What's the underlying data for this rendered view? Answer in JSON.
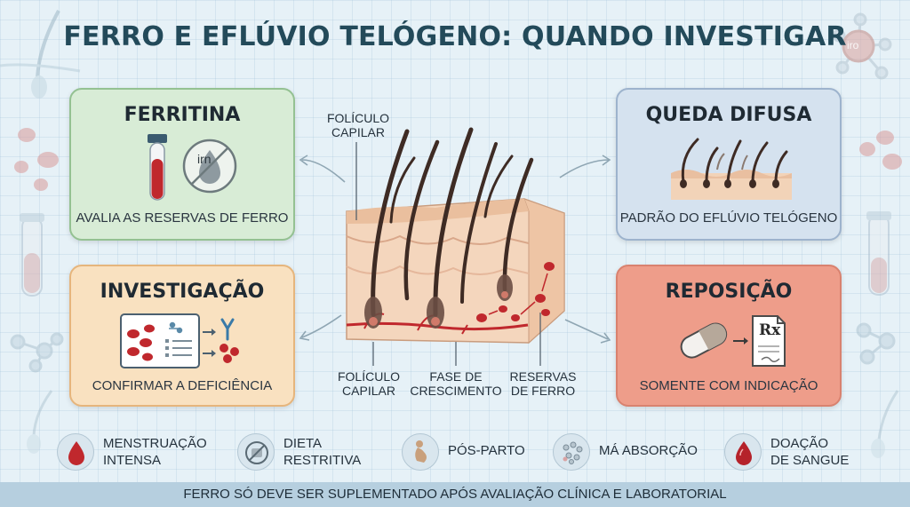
{
  "title": "FERRO E EFLÚVIO TELÓGENO: QUANDO INVESTIGAR",
  "cards": {
    "ferritina": {
      "title": "FERRITINA",
      "desc": "AVALIA AS RESERVAS DE FERRO",
      "icon_text": "irn"
    },
    "queda": {
      "title": "QUEDA DIFUSA",
      "desc": "PADRÃO DO EFLÚVIO TELÓGENO"
    },
    "investigacao": {
      "title": "INVESTIGAÇÃO",
      "desc": "CONFIRMAR A DEFICIÊNCIA"
    },
    "reposicao": {
      "title": "REPOSIÇÃO",
      "desc": "SOMENTE COM INDICAÇÃO",
      "rx_text": "Rx"
    }
  },
  "diagram": {
    "label_top": [
      "FOLÍCULO",
      "CAPILAR"
    ],
    "label_follicle": [
      "FOLÍCULO",
      "CAPILAR"
    ],
    "label_growth": [
      "FASE DE",
      "CRESCIMENTO"
    ],
    "label_iron": [
      "RESERVAS",
      "DE FERRO"
    ]
  },
  "decor_text": "iro",
  "factors": [
    {
      "lines": [
        "MENSTRUAÇÃO",
        "INTENSA"
      ],
      "icon": "blood-drop-icon"
    },
    {
      "lines": [
        "DIETA",
        "RESTRITIVA"
      ],
      "icon": "no-meat-icon"
    },
    {
      "lines": [
        "PÓS-PARTO"
      ],
      "icon": "pregnancy-icon"
    },
    {
      "lines": [
        "MÁ ABSORÇÃO"
      ],
      "icon": "absorption-icon"
    },
    {
      "lines": [
        "DOAÇÃO",
        "DE SANGUE"
      ],
      "icon": "blood-donation-drop-icon"
    }
  ],
  "footer": "FERRO SÓ DEVE SER SUPLEMENTADO APÓS AVALIAÇÃO CLÍNICA E LABORATORIAL",
  "colors": {
    "title": "#234a5a",
    "ferritina_bg": "#d8ecd6",
    "queda_bg": "#d5e2ef",
    "investigacao_bg": "#f9e1c0",
    "reposicao_bg": "#ee9d8a",
    "blood": "#c0282d",
    "hair": "#3e2b24",
    "footer_bg": "#b6cfdf"
  }
}
